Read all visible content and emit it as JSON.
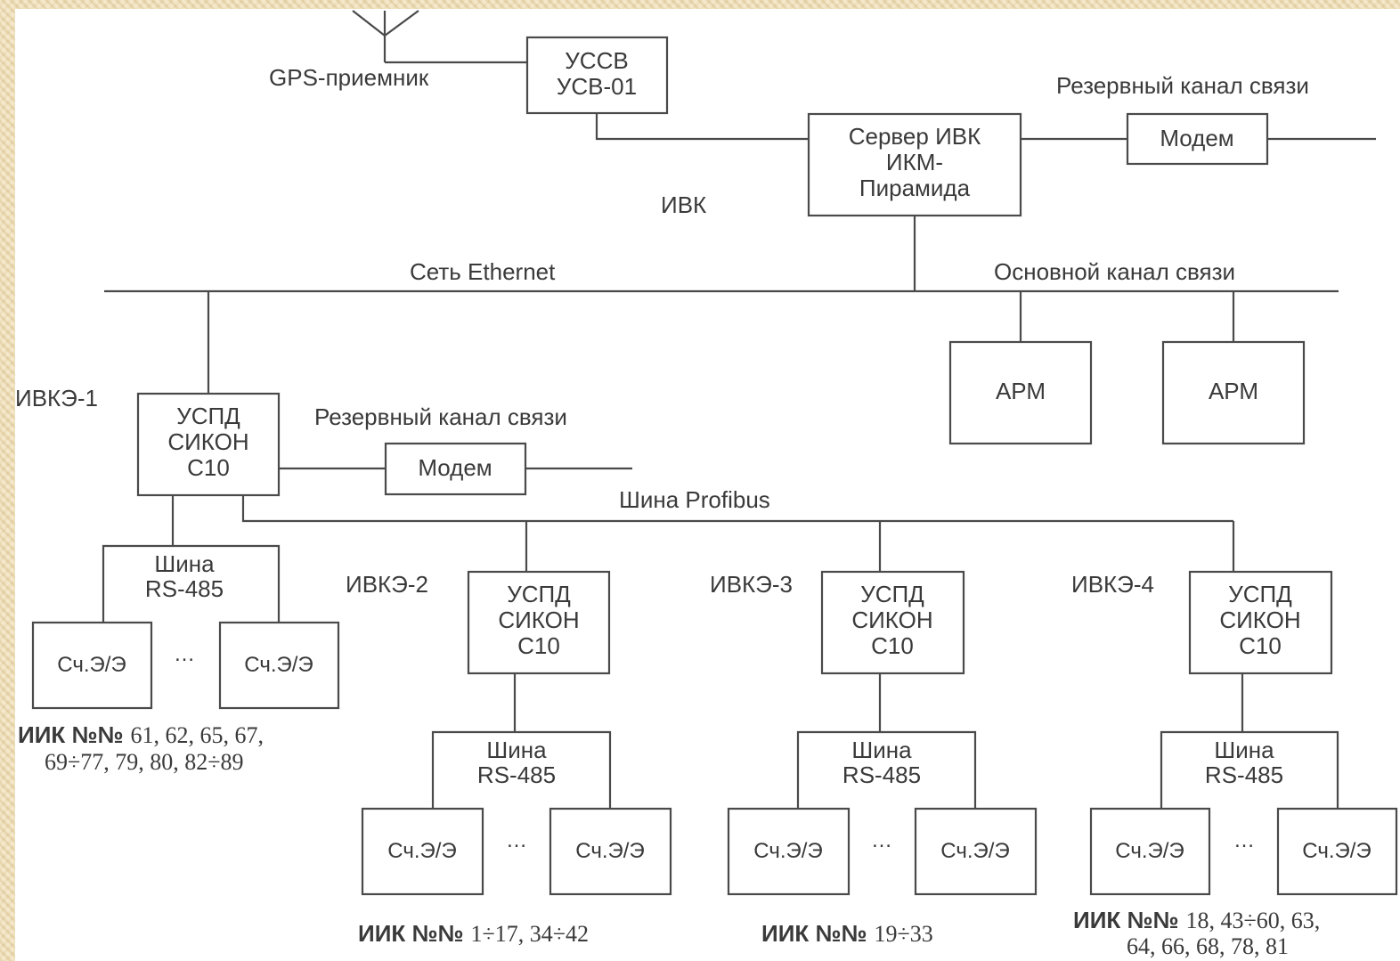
{
  "gps": {
    "label": "GPS-приемник"
  },
  "ussv": {
    "line1": "УССВ",
    "line2": "УСВ-01"
  },
  "server": {
    "line1": "Сервер ИВК",
    "line2": "ИКМ-",
    "line3": "Пирамида"
  },
  "ivk_label": "ИВК",
  "top_reserve": {
    "label": "Резервный канал связи",
    "modem": "Модем"
  },
  "ethernet_label": "Сеть Ethernet",
  "main_channel_label": "Основной канал связи",
  "arm": [
    "АРМ",
    "АРМ"
  ],
  "ivke1": {
    "label": "ИВКЭ-1",
    "uspd": [
      "УСПД",
      "СИКОН",
      "С10"
    ],
    "reserve_label": "Резервный канал связи",
    "modem": "Модем",
    "bus": [
      "Шина",
      "RS-485"
    ],
    "meters": [
      "Сч.Э/Э",
      "Сч.Э/Э"
    ],
    "ellipsis": "…",
    "iik_prefix": "ИИК №№",
    "iik_line1": "61, 62, 65, 67,",
    "iik_line2": "69÷77, 79, 80, 82÷89"
  },
  "profibus_label": "Шина Profibus",
  "ivke2": {
    "label": "ИВКЭ-2",
    "uspd": [
      "УСПД",
      "СИКОН",
      "С10"
    ],
    "bus": [
      "Шина",
      "RS-485"
    ],
    "meters": [
      "Сч.Э/Э",
      "Сч.Э/Э"
    ],
    "ellipsis": "…",
    "iik_prefix": "ИИК №№",
    "iik_line1": "1÷17, 34÷42"
  },
  "ivke3": {
    "label": "ИВКЭ-3",
    "uspd": [
      "УСПД",
      "СИКОН",
      "С10"
    ],
    "bus": [
      "Шина",
      "RS-485"
    ],
    "meters": [
      "Сч.Э/Э",
      "Сч.Э/Э"
    ],
    "ellipsis": "…",
    "iik_prefix": "ИИК №№",
    "iik_line1": "19÷33"
  },
  "ivke4": {
    "label": "ИВКЭ-4",
    "uspd": [
      "УСПД",
      "СИКОН",
      "С10"
    ],
    "bus": [
      "Шина",
      "RS-485"
    ],
    "meters": [
      "Сч.Э/Э",
      "Сч.Э/Э"
    ],
    "ellipsis": "…",
    "iik_prefix": "ИИК №№",
    "iik_line1": "18, 43÷60, 63,",
    "iik_line2": "64, 66, 68, 78, 81"
  }
}
